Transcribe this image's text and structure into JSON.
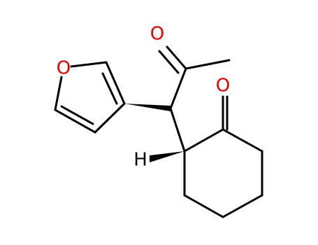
{
  "molecule": {
    "colors": {
      "bond": "#000000",
      "oxygen": "#e60000",
      "hydrogen": "#000000",
      "background": "#ffffff"
    },
    "atom_labels": {
      "furan_oxygen": "O",
      "acetyl_oxygen": "O",
      "ring_ketone_oxygen": "O",
      "stereo_hydrogen": "H"
    }
  }
}
